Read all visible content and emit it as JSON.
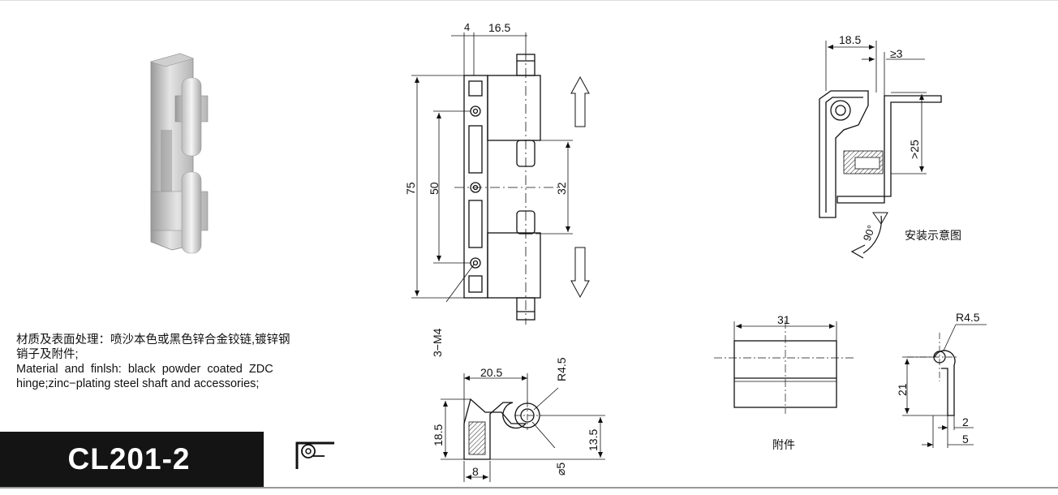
{
  "product": {
    "model": "CL201-2",
    "description_cn_line1": "材质及表面处理：喷沙本色或黑色锌合金铰链,镀锌钢",
    "description_cn_line2": "销子及附件;",
    "description_en_line1": "Material  and  finlsh:  black  powder  coated  ZDC",
    "description_en_line2": "hinge;zinc−plating steel shaft and accessories;"
  },
  "front_view": {
    "dim_top_a": "4",
    "dim_top_b": "16.5",
    "dim_height": "75",
    "dim_holes": "50",
    "dim_pin": "32",
    "hole_callout": "3−M4"
  },
  "side_view": {
    "dim_width": "20.5",
    "dim_radius": "R4.5",
    "dim_height": "18.5",
    "dim_pin_height": "13.5",
    "dim_thickness": "8",
    "dim_pin_dia": "⌀5"
  },
  "install_view": {
    "dim_width": "18.5",
    "dim_gap": "≥3",
    "dim_min": ">25",
    "rotation": "90°",
    "caption": "安装示意图"
  },
  "accessory": {
    "dim_width": "31",
    "caption": "附件",
    "dim_radius": "R4.5",
    "dim_height": "21",
    "dim_t": "2",
    "dim_w": "5"
  },
  "colors": {
    "title_bg": "#141414",
    "title_fg": "#ffffff",
    "line": "#111111"
  }
}
